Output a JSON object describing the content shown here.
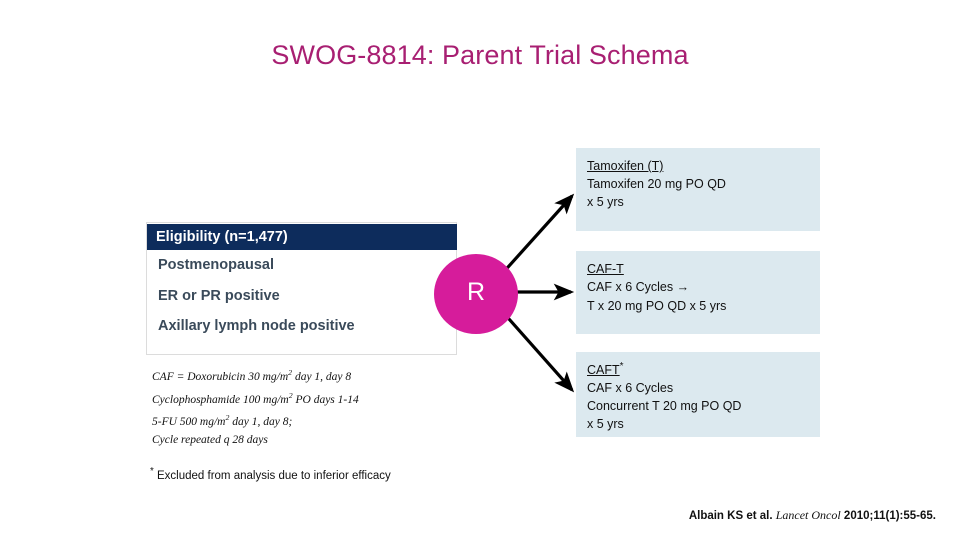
{
  "slide": {
    "title": "SWOG-8814: Parent Trial Schema",
    "title_color": "#a81f72",
    "background": "#ffffff"
  },
  "eligibility": {
    "header": "Eligibility (n=1,477)",
    "header_bg": "#0d2c5c",
    "header_color": "#ffffff",
    "items": [
      "Postmenopausal",
      "ER or PR positive",
      "Axillary lymph node positive"
    ]
  },
  "regimen_note": {
    "lines": [
      {
        "pre": "CAF = Doxorubicin 30 mg/m",
        "sup": "2",
        "post": " day 1, day 8"
      },
      {
        "pre": "Cyclophosphamide 100 mg/m",
        "sup": "2",
        "post": " PO days 1-14"
      },
      {
        "pre": "5-FU 500 mg/m",
        "sup": "2",
        "post": " day 1, day 8;"
      },
      {
        "pre": "Cycle repeated q 28 days",
        "sup": "",
        "post": ""
      }
    ]
  },
  "randomization": {
    "label": "R",
    "color": "#d61c9b"
  },
  "arms": [
    {
      "title": "Tamoxifen (T)",
      "star": "",
      "lines": [
        "Tamoxifen 20 mg PO QD",
        "x 5 yrs"
      ],
      "bg": "#dce9ef"
    },
    {
      "title": "CAF-T",
      "star": "",
      "lines": [
        "CAF x 6 Cycles →",
        "T x 20 mg PO QD x 5 yrs"
      ],
      "bg": "#dce9ef"
    },
    {
      "title": "CAFT",
      "star": "*",
      "lines": [
        "CAF x 6 Cycles",
        "Concurrent T 20 mg PO QD",
        "x 5 yrs"
      ],
      "bg": "#dce9ef"
    }
  ],
  "footnote": {
    "star": "*",
    "text": " Excluded from analysis due to inferior efficacy"
  },
  "citation": {
    "authors": "Albain KS et al. ",
    "journal": "Lancet Oncol",
    "details": " 2010;11(1):55-65."
  }
}
